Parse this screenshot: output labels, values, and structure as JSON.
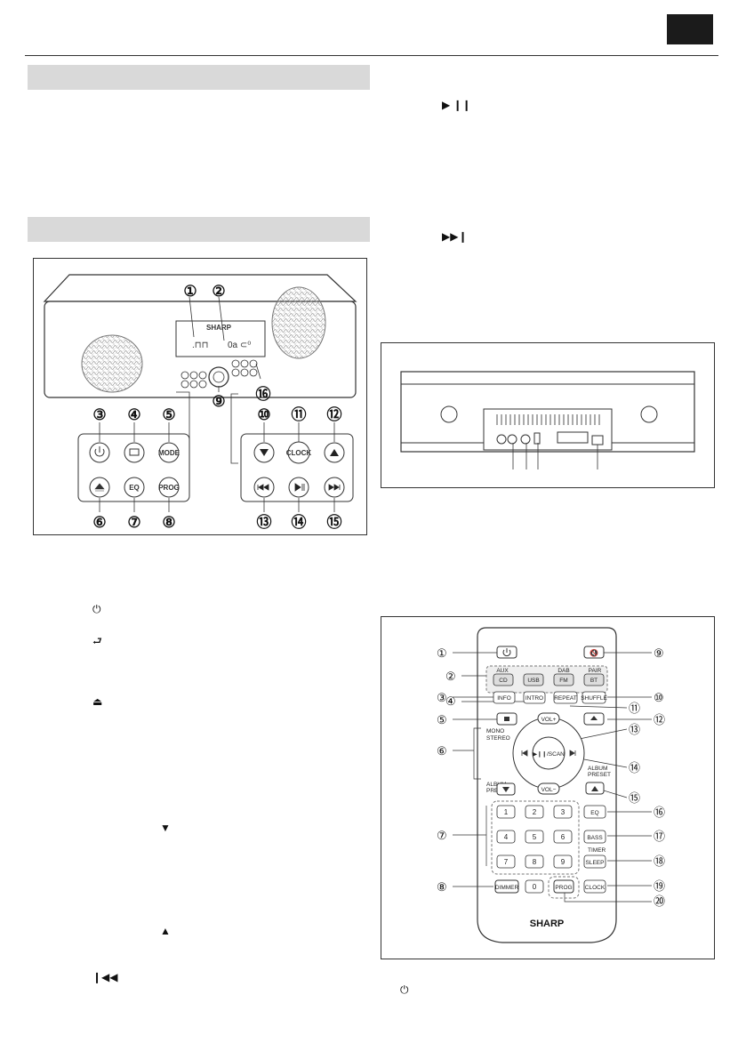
{
  "page": {
    "symbols": {
      "play_pause": "▶ ❙❙",
      "skip_next": "▶▶❙",
      "power": "⏻",
      "input": "⮐",
      "eject": "⏏",
      "down": "▼",
      "up": "▲",
      "skip_prev": "❙◀◀",
      "power_bottom": "⏻"
    }
  },
  "unit_diagram": {
    "brand": "SHARP",
    "callouts": [
      "①",
      "②",
      "③",
      "④",
      "⑤",
      "⑥",
      "⑦",
      "⑧",
      "⑨",
      "⑩",
      "⑪",
      "⑫",
      "⑬",
      "⑭",
      "⑮",
      "⑯"
    ],
    "buttons": {
      "mode": "MODE",
      "eq": "EQ",
      "prog": "PROG",
      "clock": "CLOCK"
    }
  },
  "remote": {
    "brand": "SHARP",
    "callouts": [
      "①",
      "②",
      "③",
      "④",
      "⑤",
      "⑥",
      "⑦",
      "⑧",
      "⑨",
      "⑩",
      "⑪",
      "⑫",
      "⑬",
      "⑭",
      "⑮",
      "⑯",
      "⑰",
      "⑱",
      "⑲",
      "⑳"
    ],
    "source_labels": [
      "AUX",
      "DAB",
      "PAIR"
    ],
    "source_buttons": [
      "CD",
      "USB",
      "FM",
      "BT"
    ],
    "row3": [
      "INFO",
      "INTRO",
      "REPEAT",
      "SHUFFLE"
    ],
    "side_labels": {
      "mono": "MONO",
      "stereo": "STEREO",
      "vol_up": "VOL+",
      "vol_down": "VOL−",
      "scan": "▶❙❙/SCAN",
      "album": "ALBUM",
      "preset": "PRESET",
      "timer": "TIMER"
    },
    "keypad": [
      "1",
      "2",
      "3",
      "4",
      "5",
      "6",
      "7",
      "8",
      "9",
      "0"
    ],
    "right_buttons": {
      "eq": "EQ",
      "bass": "BASS",
      "sleep": "SLEEP",
      "clock": "CLOCK"
    },
    "bottom_buttons": {
      "dimmer": "DIMMER",
      "prog": "PROG"
    }
  }
}
